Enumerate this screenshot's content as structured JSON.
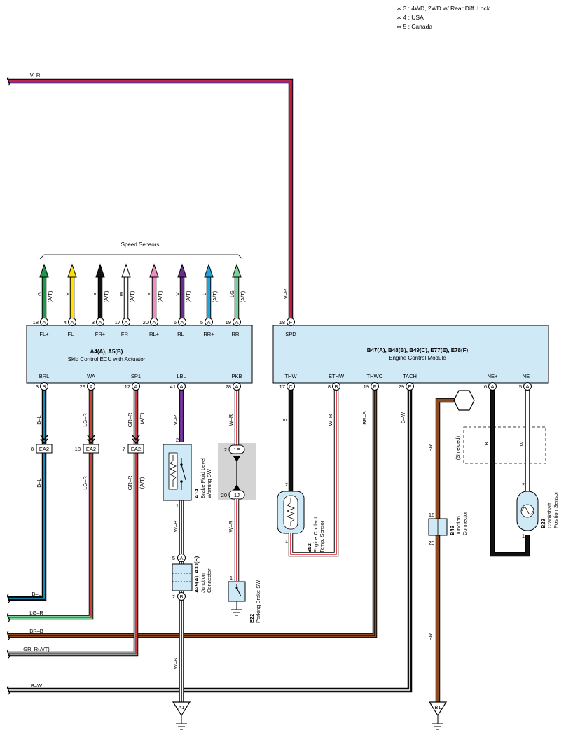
{
  "notes": [
    "∗ 3 : 4WD,  2WD w/ Rear Diff.  Lock",
    "∗ 4 : USA",
    "∗ 5 : Canada"
  ],
  "speed_sensors_label": "Speed Sensors",
  "skid_ecu": {
    "title": "A4(A), A5(B)",
    "subtitle": "Skid Control ECU with Actuator",
    "pins_top": [
      {
        "pin": "18",
        "conn": "A",
        "label": "FL+",
        "wire": "G",
        "note": "(A/T)"
      },
      {
        "pin": "4",
        "conn": "A",
        "label": "FL–",
        "wire": "Y",
        "note": ""
      },
      {
        "pin": "3",
        "conn": "A",
        "label": "FR+",
        "wire": "B",
        "note": "(A/T)"
      },
      {
        "pin": "17",
        "conn": "A",
        "label": "FR–",
        "wire": "W",
        "note": "(A/T)"
      },
      {
        "pin": "20",
        "conn": "A",
        "label": "RL+",
        "wire": "P",
        "note": "(A/T)"
      },
      {
        "pin": "6",
        "conn": "A",
        "label": "RL–",
        "wire": "V",
        "note": "(A/T)"
      },
      {
        "pin": "5",
        "conn": "A",
        "label": "RR+",
        "wire": "L",
        "note": "(A/T)"
      },
      {
        "pin": "19",
        "conn": "A",
        "label": "RR–",
        "wire": "LG",
        "note": "(A/T)"
      }
    ],
    "pins_bottom": [
      {
        "pin": "3",
        "conn": "B",
        "label": "BRL",
        "wire": "B–L"
      },
      {
        "pin": "29",
        "conn": "A",
        "label": "WA",
        "wire": "LG–R"
      },
      {
        "pin": "12",
        "conn": "A",
        "label": "SP1",
        "wire": "GR–R",
        "note": "(A/T)"
      },
      {
        "pin": "41",
        "conn": "A",
        "label": "LBL",
        "wire": "V–R"
      },
      {
        "pin": "28",
        "conn": "A",
        "label": "PKB",
        "wire": "W–R"
      }
    ]
  },
  "ecm": {
    "title": "B47(A), B48(B), B49(C), E77(E), E78(F)",
    "subtitle": "Engine Control Module",
    "pin_top": {
      "pin": "18",
      "conn": "F",
      "label": "SPD",
      "wire": "V–R"
    },
    "pins_bottom": [
      {
        "pin": "17",
        "conn": "C",
        "label": "THW",
        "wire": "B"
      },
      {
        "pin": "8",
        "conn": "B",
        "label": "ETHW",
        "wire": "W–R"
      },
      {
        "pin": "19",
        "conn": "F",
        "label": "THWO",
        "wire": "BR–B"
      },
      {
        "pin": "29",
        "conn": "E",
        "label": "TACH",
        "wire": "B–W"
      },
      {
        "pin": "6",
        "conn": "A",
        "label": "NE+",
        "wire": "B"
      },
      {
        "pin": "5",
        "conn": "A",
        "label": "NE–",
        "wire": "W"
      }
    ]
  },
  "left_wires": [
    {
      "label": "V–R"
    },
    {
      "label": "B–L"
    },
    {
      "label": "LG–R"
    },
    {
      "label": "BR–B"
    },
    {
      "label": "GR–R(A/T)"
    },
    {
      "label": "B–W"
    }
  ],
  "ea2": [
    {
      "pin": "8",
      "name": "EA2",
      "wire_below": "B–L"
    },
    {
      "pin": "18",
      "name": "EA2",
      "wire_below": "LG–R"
    },
    {
      "pin": "7",
      "name": "EA2",
      "wire_below": "GR–R",
      "note": "(A/T)"
    }
  ],
  "a14": {
    "code": "A14",
    "name1": "Brake Fluid Level",
    "name2": "Warning SW",
    "pin_top": "2",
    "pin_bottom": "1",
    "wire_below": "W–B"
  },
  "a29": {
    "code": "A29(A), A30(B)",
    "name1": "Junction",
    "name2": "Connector",
    "pin_top": "5",
    "conn_top": "A",
    "pin_bottom": "2",
    "conn_bottom": "B",
    "wire_below": "W–B"
  },
  "jc_1e": {
    "pin_top": "2",
    "label_top": "1E",
    "pin_bottom": "20",
    "label_bottom": "1J",
    "wire_below": "W–R"
  },
  "e22": {
    "code": "E22",
    "name": "Parking Brake SW",
    "pin": "1"
  },
  "b52": {
    "code": "B52",
    "name1": "Engine Coolant",
    "name2": "Temp. Sensor",
    "pin_top": "2",
    "pin_bottom": "1"
  },
  "b46": {
    "code": "B46",
    "name1": "Junction",
    "name2": "Connector",
    "pin_top": "16",
    "pin_bottom": "20",
    "wire_above": "BR",
    "wire_below": "BR"
  },
  "b29": {
    "code": "B29",
    "name1": "Crankshaft",
    "name2": "Position Sensor",
    "pin_top": "2",
    "pin_bottom": "1"
  },
  "shielded_label": "(Shielded)",
  "grounds": [
    {
      "label": "A1"
    },
    {
      "label": "B1"
    }
  ],
  "colors": {
    "G": "#1a9a4a",
    "Y": "#ffe000",
    "B": "#111111",
    "W": "#ffffff",
    "P": "#f08cc0",
    "V": "#6a2c91",
    "L": "#1fa3dc",
    "LG": "#7ccf9a",
    "R": "#e0202a",
    "BR": "#8b4a20",
    "GR": "#9a9a9a",
    "box_fill": "#cfe9f7",
    "shade": "#d4d4d4"
  }
}
